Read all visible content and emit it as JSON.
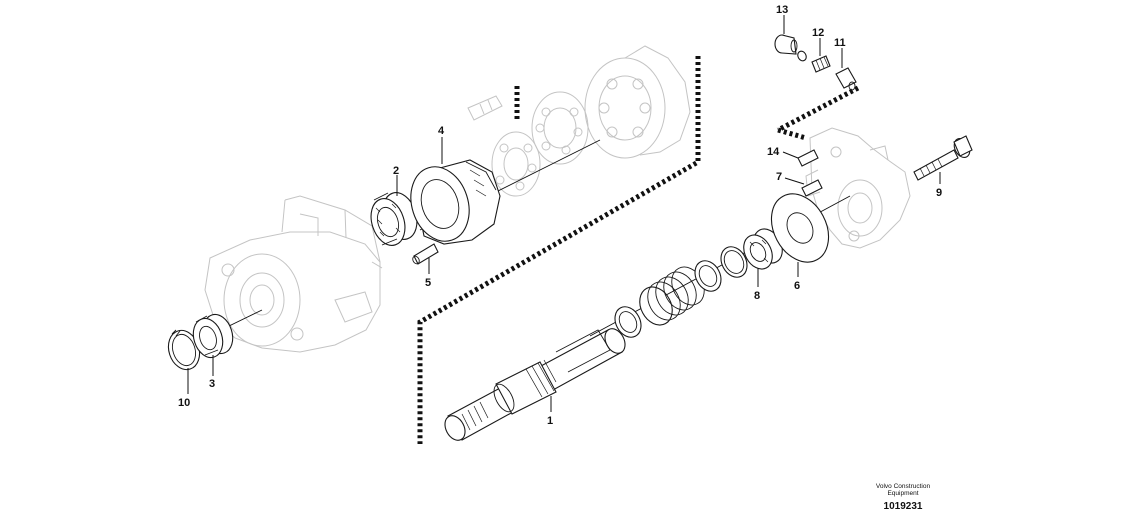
{
  "diagram": {
    "callouts": [
      {
        "id": "c1",
        "label": "1"
      },
      {
        "id": "c2",
        "label": "2"
      },
      {
        "id": "c3",
        "label": "3"
      },
      {
        "id": "c4",
        "label": "4"
      },
      {
        "id": "c5",
        "label": "5"
      },
      {
        "id": "c6",
        "label": "6"
      },
      {
        "id": "c7",
        "label": "7"
      },
      {
        "id": "c8",
        "label": "8"
      },
      {
        "id": "c9",
        "label": "9"
      },
      {
        "id": "c10",
        "label": "10"
      },
      {
        "id": "c11",
        "label": "11"
      },
      {
        "id": "c12",
        "label": "12"
      },
      {
        "id": "c13",
        "label": "13"
      },
      {
        "id": "c14",
        "label": "14"
      }
    ]
  },
  "footer": {
    "brand_line1": "Volvo Construction",
    "brand_line2": "Equipment",
    "drawing_number": "1019231"
  }
}
